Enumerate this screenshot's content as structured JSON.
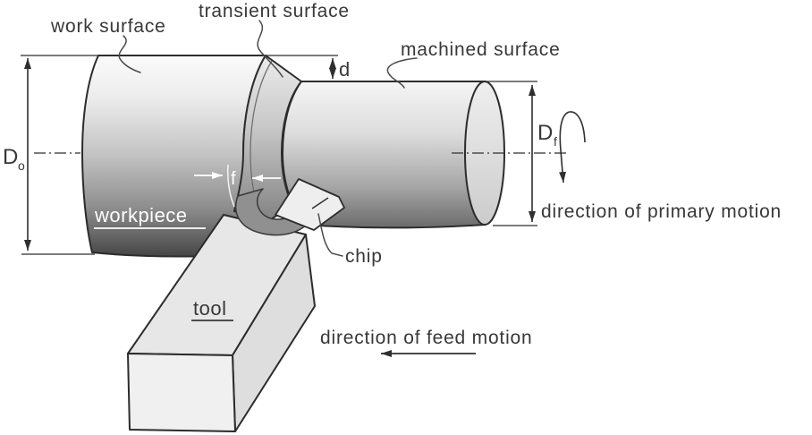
{
  "surface_labels": {
    "work": "work surface",
    "transient": "transient surface",
    "machined": "machined surface"
  },
  "part_labels": {
    "workpiece": "workpiece",
    "tool": "tool",
    "chip": "chip"
  },
  "motion_labels": {
    "primary": "direction of primary motion",
    "feed": "direction of feed motion"
  },
  "dimension_labels": {
    "depth_of_cut": "d",
    "feed_per_rev": "f",
    "initial_dia_main": "D",
    "initial_dia_sub": "o",
    "final_dia_main": "D",
    "final_dia_sub": "f"
  },
  "colors": {
    "ink": "#383838",
    "line_work": "#2f2f2f",
    "white_annotation": "#ffffff",
    "metal_light": "#f5f5f5",
    "metal_dark": "#474747"
  }
}
